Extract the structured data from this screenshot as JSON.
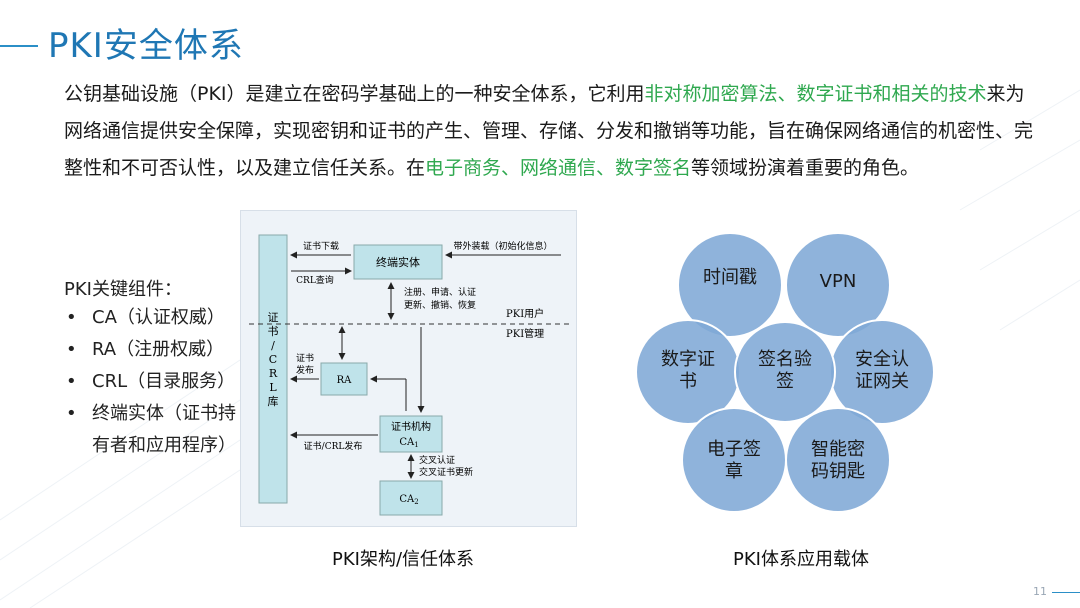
{
  "slide": {
    "title": "PKI安全体系",
    "page_number": "11"
  },
  "intro": {
    "segments": [
      {
        "text": "公钥基础设施（PKI）是建立在密码学基础上的一种安全体系，它利用",
        "highlight": false
      },
      {
        "text": "非对称加密算法、数字证书和相关的技术",
        "highlight": true
      },
      {
        "text": "来为网络通信提供安全保障，实现密钥和证书的产生、管理、存储、分发和撤销等功能，旨在确保网络通信的机密性、完整性和不可否认性，以及建立信任关系。在",
        "highlight": false
      },
      {
        "text": "电子商务、网络通信、数字签名",
        "highlight": true
      },
      {
        "text": "等领域扮演着重要的角色。",
        "highlight": false
      }
    ]
  },
  "components": {
    "heading": "PKI关键组件：",
    "items": [
      "CA（认证权威）",
      "RA（注册权威）",
      "CRL（目录服务）",
      "终端实体（证书持有者和应用程序）"
    ]
  },
  "diagram": {
    "caption": "PKI架构/信任体系",
    "repo_label": "证书/CRL库",
    "end_entity": "终端实体",
    "ra": "RA",
    "ca1": "证书机构",
    "ca1_sub": "CA",
    "ca2": "CA",
    "cert_download": "证书下载",
    "crl_query": "CRL查询",
    "out_of_band": "带外装载（初始化信息）",
    "ops_line1": "注册、申请、认证",
    "ops_line2": "更新、撤销、恢复",
    "pki_user": "PKI用户",
    "pki_mgmt": "PKI管理",
    "cert_publish_1": "证书",
    "cert_publish_2": "发布",
    "cert_crl_publish": "证书/CRL发布",
    "cross_1": "交叉认证",
    "cross_2": "交叉证书更新"
  },
  "carriers": {
    "caption": "PKI体系应用载体",
    "items": [
      "时间戳",
      "VPN",
      "数字证书",
      "签名验签",
      "安全认证网关",
      "电子签章",
      "智能密码钥匙"
    ]
  },
  "colors": {
    "title": "#1f77b4",
    "highlight": "#2fa84f",
    "petal_fill": "#7fa8d6",
    "petal_stroke": "#ffffff"
  }
}
